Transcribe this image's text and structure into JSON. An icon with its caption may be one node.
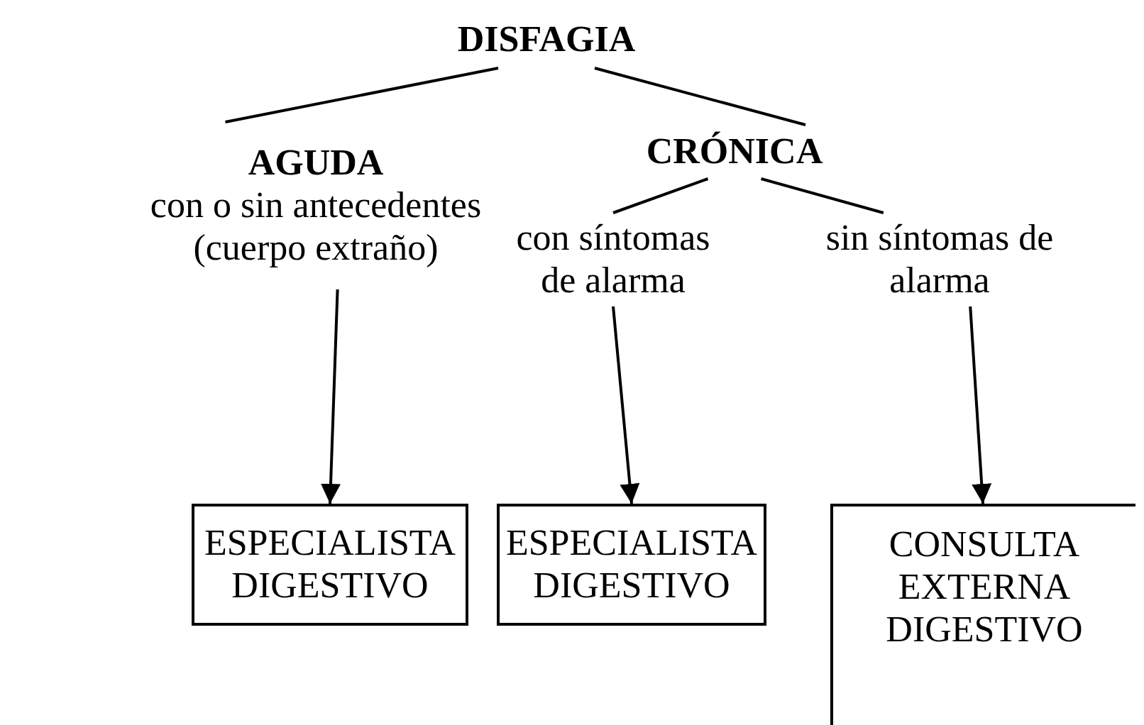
{
  "diagram": {
    "nodes": [
      {
        "text": [
          "DISFAGIA"
        ]
      },
      {
        "text": [
          "AGUDA",
          "con o sin antecedentes (cuerpo extraño)"
        ]
      },
      {
        "text": [
          "CRÓNICA"
        ]
      },
      {
        "text": [
          "con síntomas de alarma"
        ]
      },
      {
        "text": [
          "sin síntomas de alarma"
        ]
      },
      {
        "text": [
          "ESPECIALISTA DIGESTIVO"
        ]
      },
      {
        "text": [
          "ESPECIALISTA DIGESTIVO"
        ]
      },
      {
        "text": [
          "CONSULTA EXTERNA DIGESTIVO"
        ]
      }
    ],
    "edges": [
      {
        "from": 0,
        "to": 1,
        "arrow": "none"
      },
      {
        "from": 0,
        "to": 2,
        "arrow": "none"
      },
      {
        "from": 2,
        "to": 3,
        "arrow": "none"
      },
      {
        "from": 2,
        "to": 4,
        "arrow": "none"
      },
      {
        "from": 1,
        "to": 5,
        "arrow": "to"
      },
      {
        "from": 3,
        "to": 6,
        "arrow": "to"
      },
      {
        "from": 4,
        "to": 7,
        "arrow": "to"
      }
    ]
  }
}
